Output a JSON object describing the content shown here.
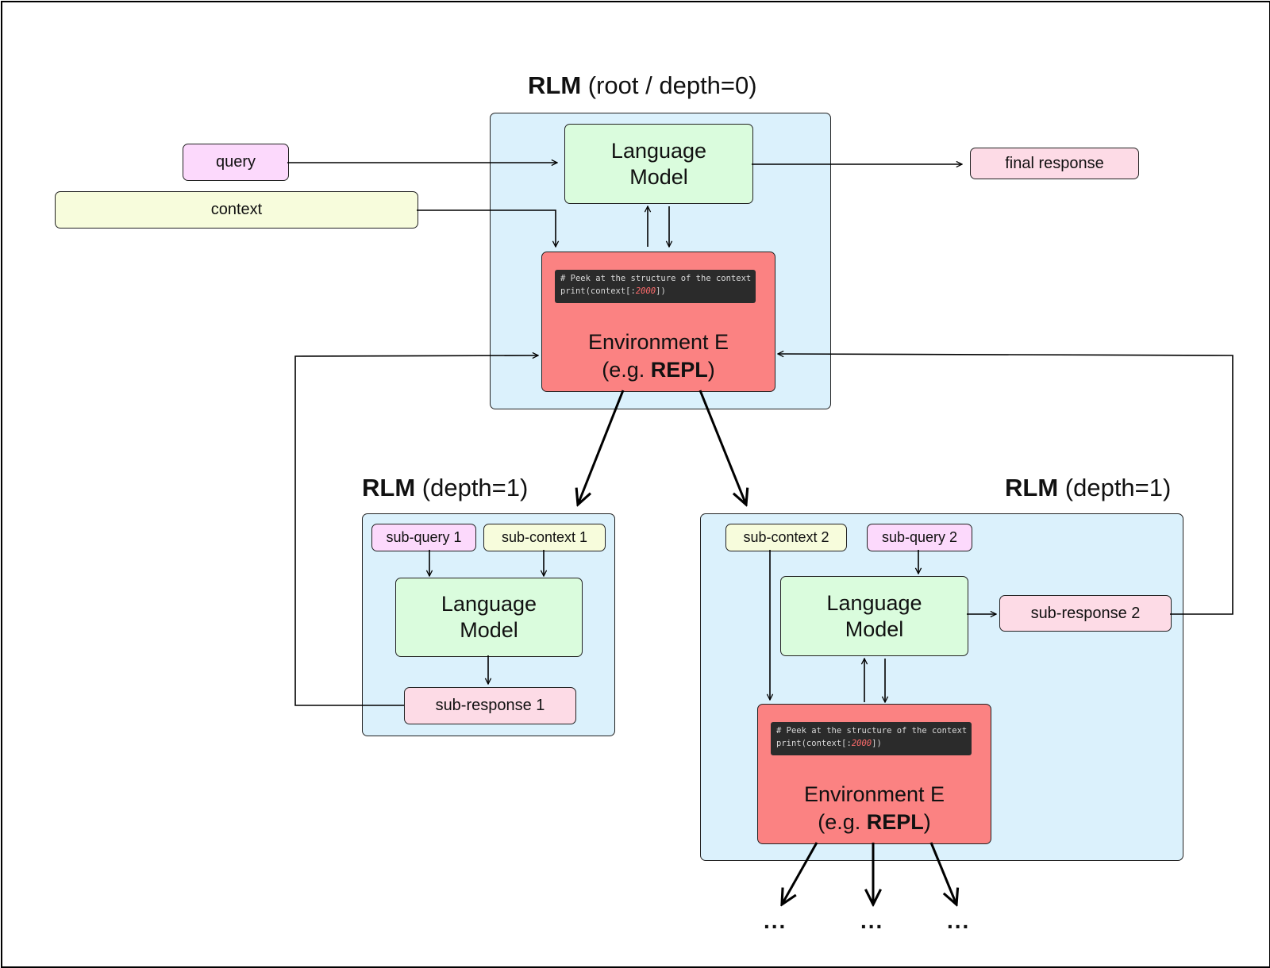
{
  "root": {
    "title_bold": "RLM",
    "title_rest": " (root / depth=0)",
    "lm_line1": "Language",
    "lm_line2": "Model",
    "env_line1": "Environment E",
    "env_prefix": "(e.g. ",
    "env_bold": "REPL",
    "env_suffix": ")",
    "code_line1": "# Peek at the structure of the context",
    "code_line2_pre": "print(context[:",
    "code_line2_num": "2000",
    "code_line2_post": "])"
  },
  "inputs": {
    "query": "query",
    "context": "context"
  },
  "output": {
    "final_response": "final response"
  },
  "sub1": {
    "title_bold": "RLM",
    "title_rest": " (depth=1)",
    "query": "sub-query 1",
    "context": "sub-context 1",
    "lm_line1": "Language",
    "lm_line2": "Model",
    "response": "sub-response 1"
  },
  "sub2": {
    "title_bold": "RLM",
    "title_rest": " (depth=1)",
    "context": "sub-context 2",
    "query": "sub-query 2",
    "lm_line1": "Language",
    "lm_line2": "Model",
    "response": "sub-response 2",
    "env_line1": "Environment E",
    "env_prefix": "(e.g. ",
    "env_bold": "REPL",
    "env_suffix": ")",
    "code_line1": "# Peek at the structure of the context",
    "code_line2_pre": "print(context[:",
    "code_line2_num": "2000",
    "code_line2_post": "])"
  },
  "ellipses": [
    "...",
    "...",
    "..."
  ]
}
